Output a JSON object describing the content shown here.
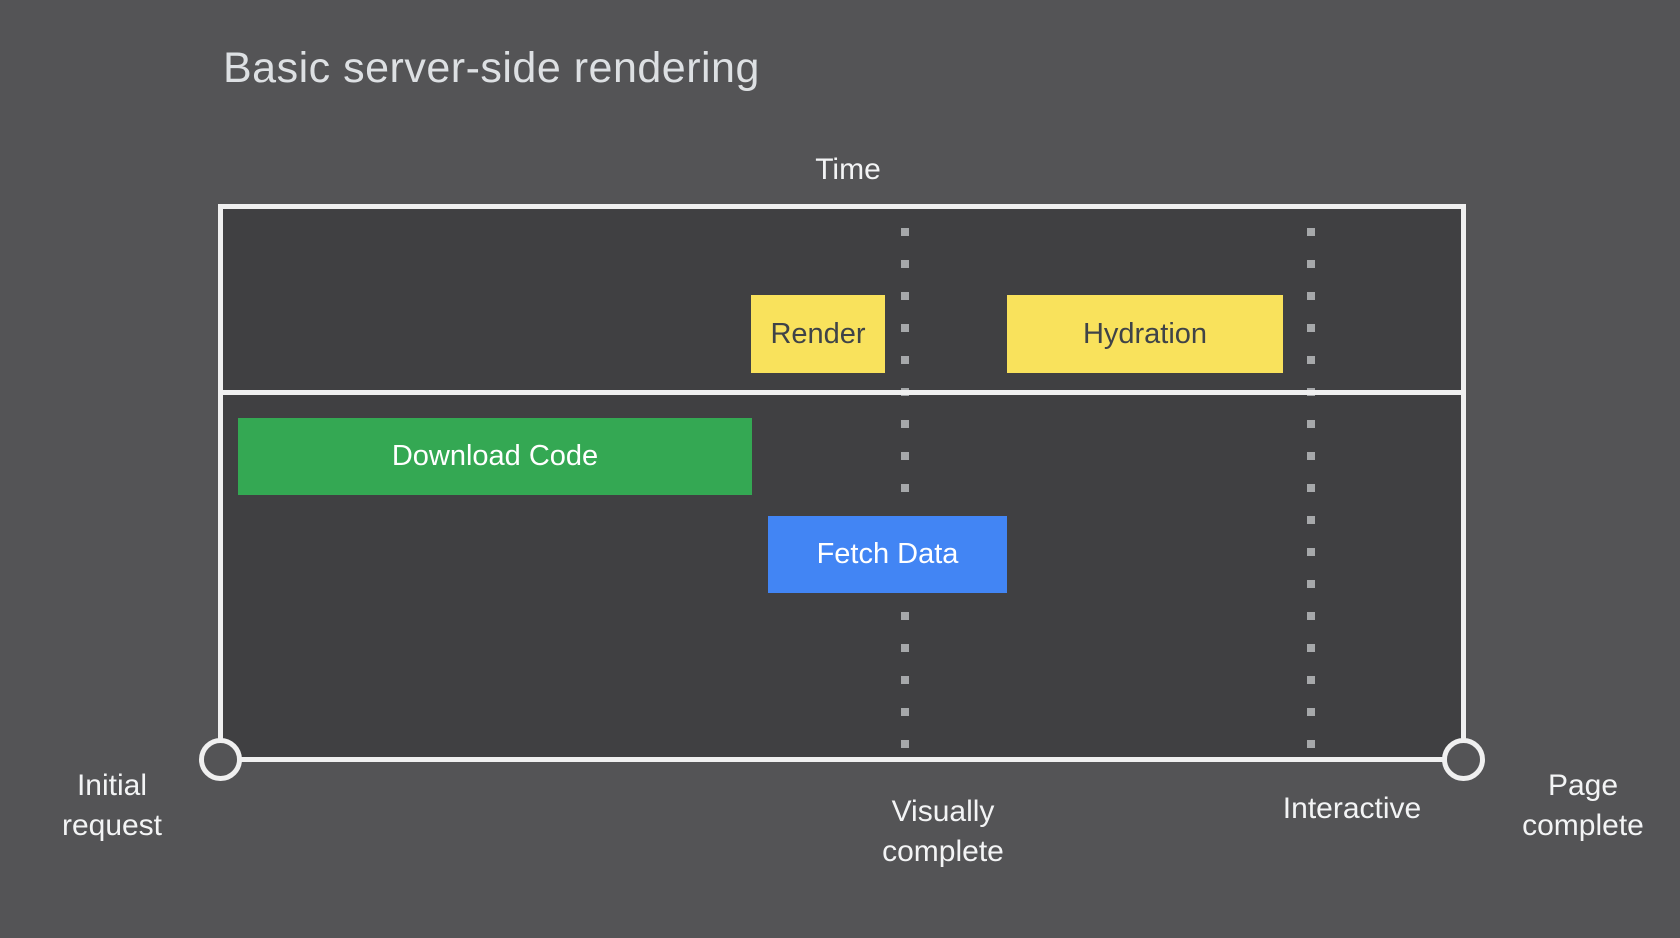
{
  "title": "Basic server-side rendering",
  "time_axis_label": "Time",
  "bars": {
    "render": {
      "label": "Render"
    },
    "hydration": {
      "label": "Hydration"
    },
    "download_code": {
      "label": "Download Code"
    },
    "fetch_data": {
      "label": "Fetch Data"
    }
  },
  "milestones": {
    "initial_request": "Initial\nrequest",
    "visually_complete": "Visually\ncomplete",
    "interactive": "Interactive",
    "page_complete": "Page\ncomplete"
  },
  "colors": {
    "page_background": "#545456",
    "chart_background": "#404042",
    "outline_white": "#f0f0f0",
    "bar_yellow": "#f9e25c",
    "bar_green": "#34a853",
    "bar_blue": "#4285f4",
    "bar_dark_text": "#3f4348",
    "bar_light_text": "#ffffff",
    "marker_dot_gray": "#a6a8aa",
    "title_text": "#dde0e3",
    "label_text": "#f3f4f5"
  },
  "chart_data": {
    "type": "gantt-timeline",
    "title": "Basic server-side rendering",
    "xlabel": "Time",
    "lanes": [
      {
        "name": "browser-main-thread-lane",
        "bars": [
          {
            "label": "Render",
            "color": "#f9e25c",
            "start_pct": 43,
            "end_pct": 54
          },
          {
            "label": "Hydration",
            "color": "#f9e25c",
            "start_pct": 63,
            "end_pct": 86
          }
        ]
      },
      {
        "name": "network-lane",
        "bars": [
          {
            "label": "Download Code",
            "color": "#34a853",
            "start_pct": 1,
            "end_pct": 43
          },
          {
            "label": "Fetch Data",
            "color": "#4285f4",
            "start_pct": 44,
            "end_pct": 63
          }
        ]
      }
    ],
    "milestones": [
      {
        "label": "Initial request",
        "position_pct": 0,
        "marker": "circle"
      },
      {
        "label": "Visually complete",
        "position_pct": 55,
        "marker": "dotted-vertical-line"
      },
      {
        "label": "Interactive",
        "position_pct": 88,
        "marker": "dotted-vertical-line"
      },
      {
        "label": "Page complete",
        "position_pct": 100,
        "marker": "circle"
      }
    ]
  }
}
